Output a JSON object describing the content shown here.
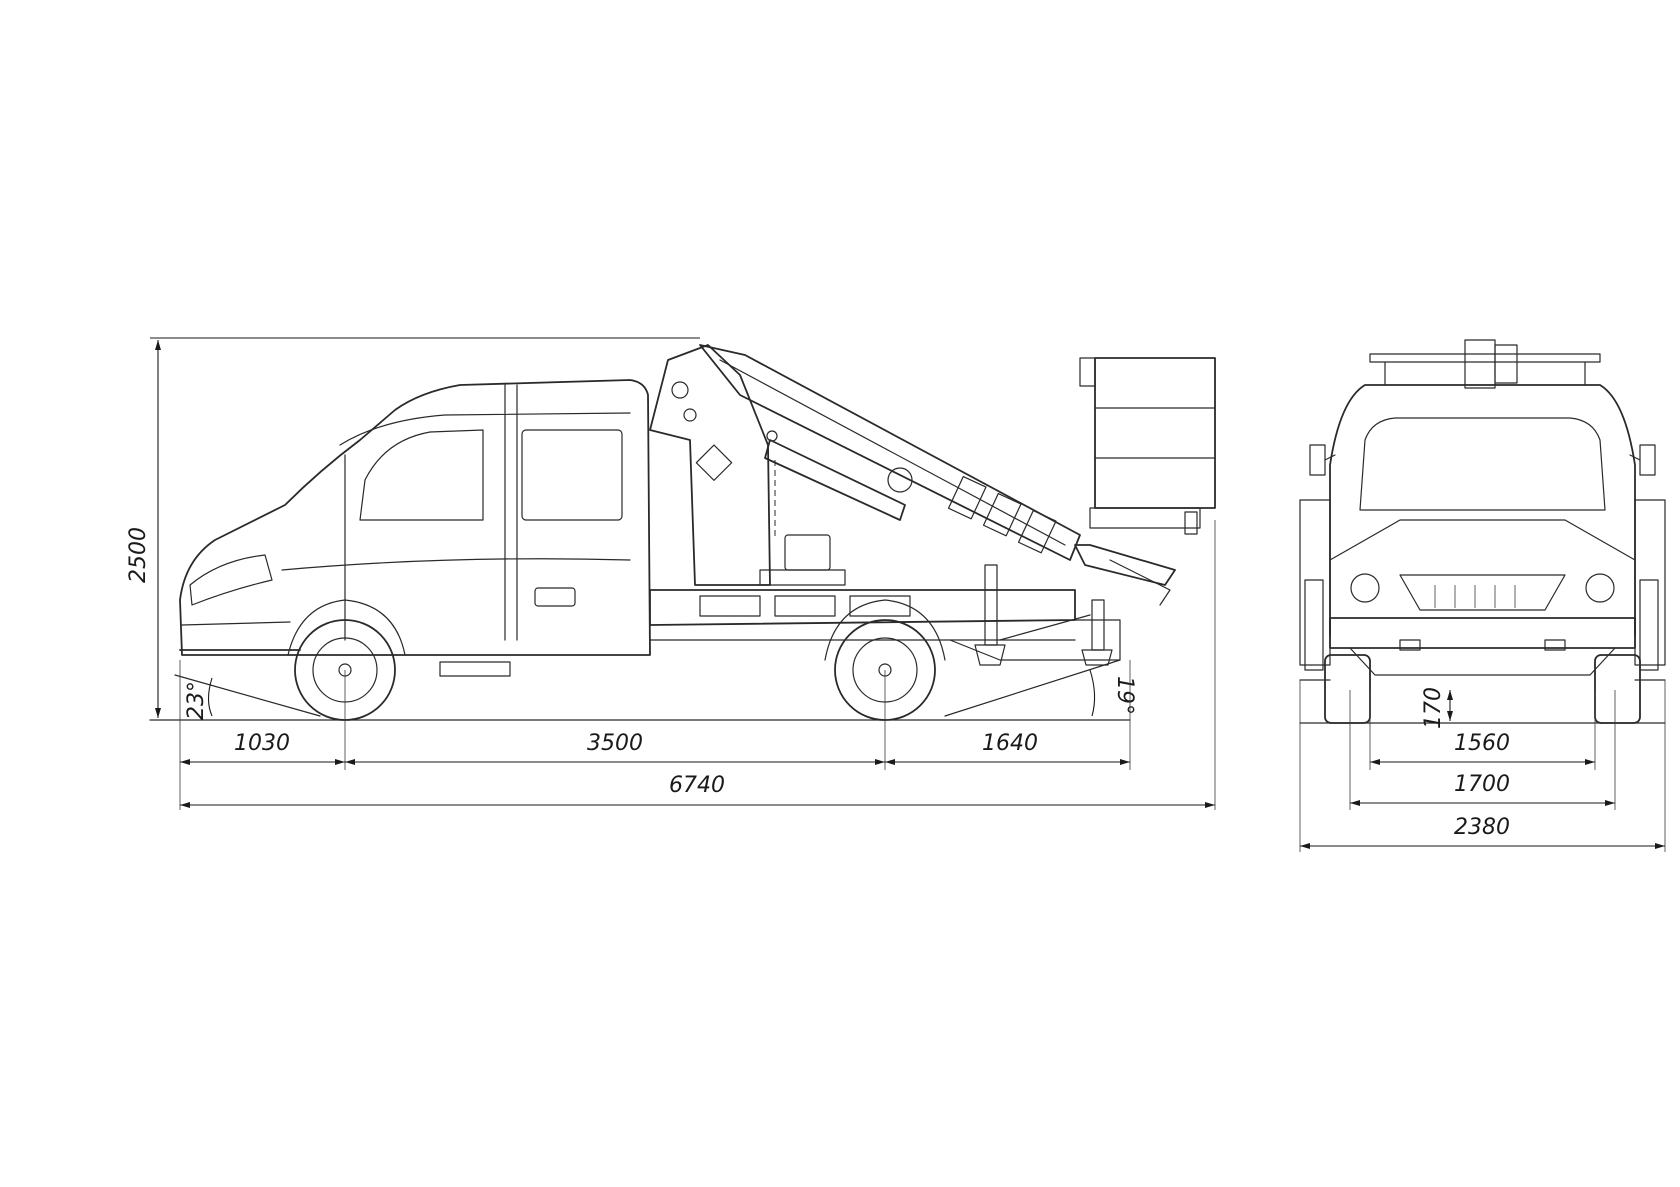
{
  "side_view": {
    "overall_height": "2500",
    "front_overhang": "1030",
    "wheelbase": "3500",
    "rear_overhang": "1640",
    "overall_length": "6740",
    "approach_angle": "23°",
    "departure_angle": "19°"
  },
  "front_view": {
    "ground_clearance": "170",
    "front_track": "1560",
    "rear_track": "1700",
    "overall_width": "2380"
  }
}
